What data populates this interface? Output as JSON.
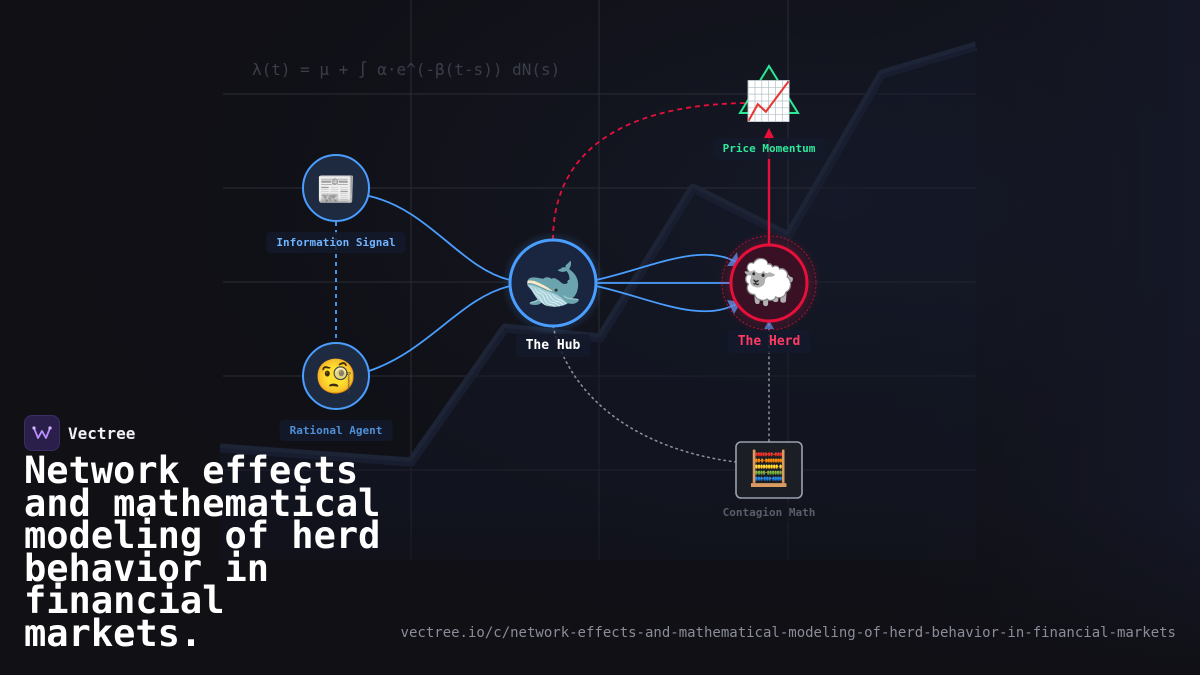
{
  "formula": "λ(t) = μ + ∫ α·e^(-β(t-s)) dN(s)",
  "colors": {
    "background": "#101015",
    "grid": "#2a2c36",
    "blue": "#4a9eff",
    "red": "#e8103a",
    "green": "#2ee89a",
    "gray": "#8a8d99"
  },
  "nodes": {
    "info_signal": {
      "icon": "newspaper-icon",
      "emoji": "📰",
      "label": "Information Signal"
    },
    "rational_agent": {
      "icon": "monocle-face-icon",
      "emoji": "🧐",
      "label": "Rational Agent"
    },
    "hub": {
      "icon": "whale-icon",
      "emoji": "🐋",
      "label": "The Hub"
    },
    "herd": {
      "icon": "sheep-icon",
      "emoji": "🐑",
      "label": "The Herd"
    },
    "price_momentum": {
      "icon": "chart-increasing-icon",
      "emoji": "📈",
      "label": "Price Momentum"
    },
    "contagion_math": {
      "icon": "abacus-icon",
      "emoji": "🧮",
      "label": "Contagion Math"
    }
  },
  "brand": {
    "name": "Vectree",
    "logo_icon": "vectree-logo-icon"
  },
  "headline": "Network effects and mathematical modeling of herd behavior in financial markets.",
  "url": "vectree.io/c/network-effects-and-mathematical-modeling-of-herd-behavior-in-financial-markets"
}
